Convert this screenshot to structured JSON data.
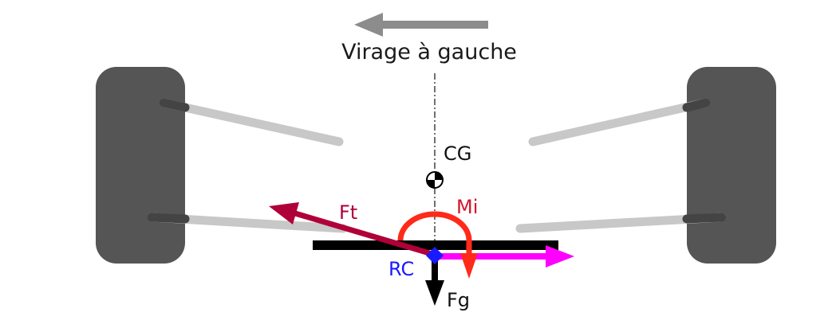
{
  "title": "Virage à gauche",
  "labels": {
    "cg": "CG",
    "ft": "Ft",
    "mi": "Mi",
    "rc": "RC",
    "fg": "Fg"
  },
  "colors": {
    "background": "#ffffff",
    "wheel": "#555555",
    "suspension_arm": "#c8c8c8",
    "direction_arrow": "#8c8c8c",
    "chassis_bar": "#000000",
    "ft_arrow": "#b0003a",
    "mi_arc": "#ff2a1a",
    "magenta_arrow": "#ff00ff",
    "rc_point": "#1a1aff",
    "fg_arrow": "#000000"
  },
  "icons": {
    "direction": "arrow-left-icon",
    "cg_marker": "center-of-gravity-icon",
    "rc_marker": "roll-center-diamond-icon"
  }
}
